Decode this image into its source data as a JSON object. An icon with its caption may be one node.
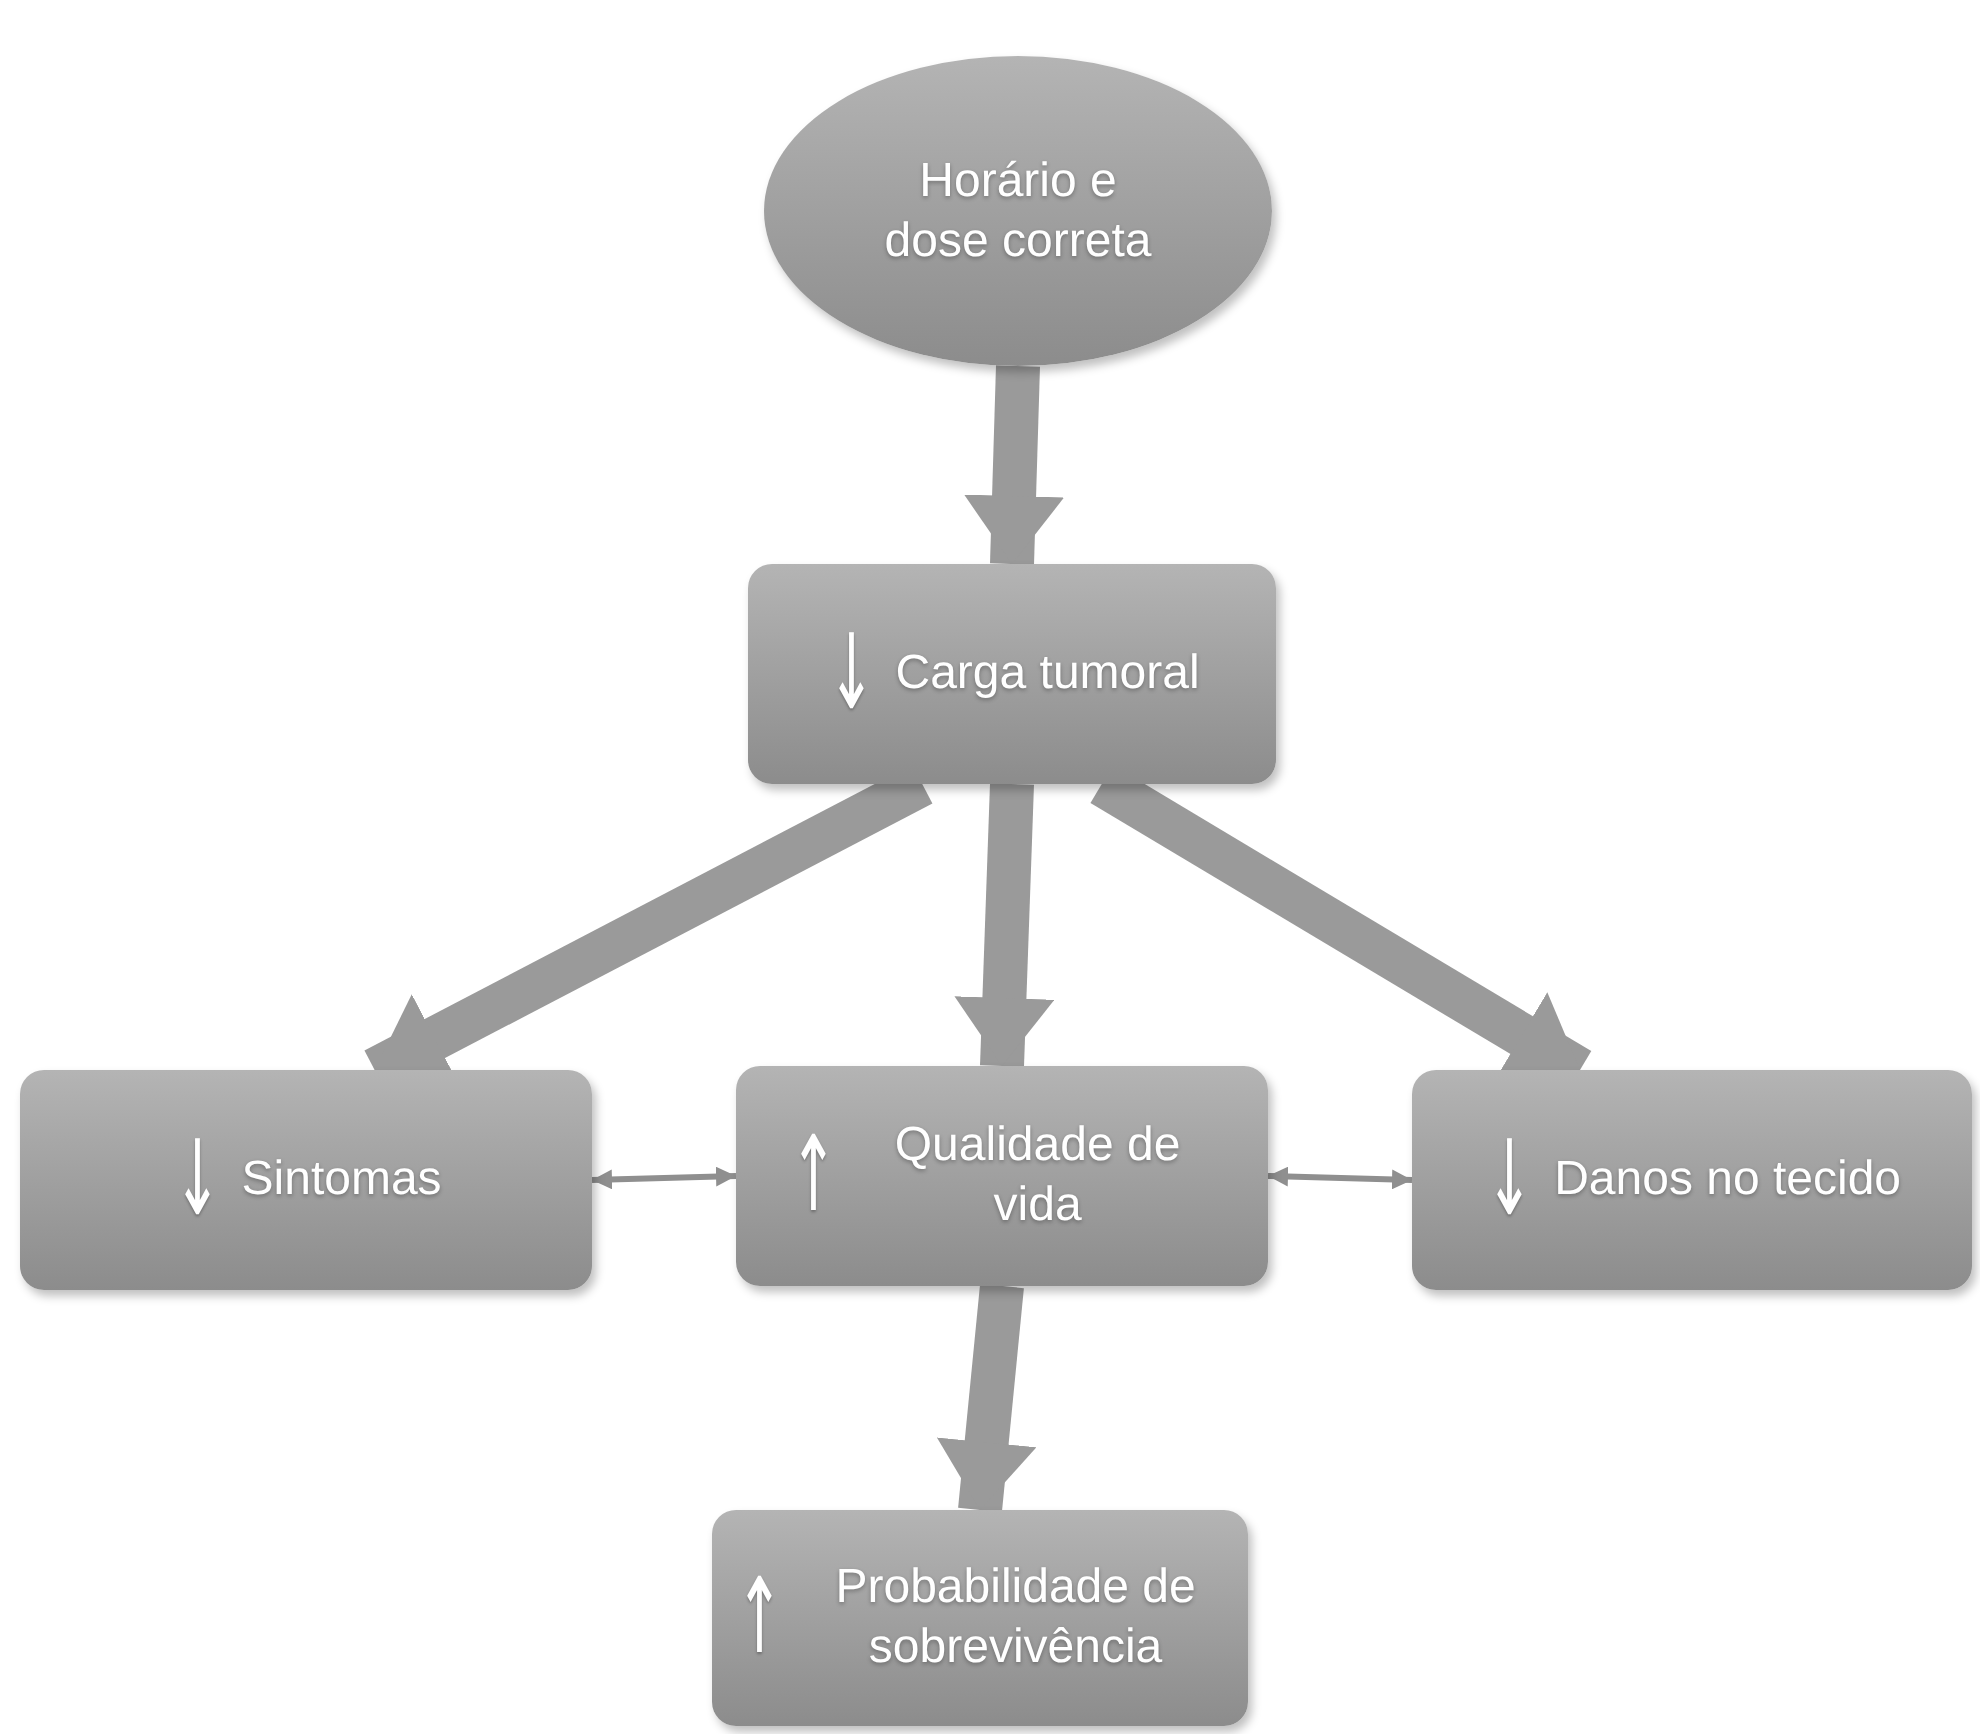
{
  "diagram": {
    "nodes": [
      {
        "text": [
          "Horário e dose correta"
        ]
      },
      {
        "text": [
          "↓",
          "Carga tumoral"
        ]
      },
      {
        "text": [
          "↓",
          "Sintomas"
        ]
      },
      {
        "text": [
          "↑",
          "Qualidade de vida"
        ]
      },
      {
        "text": [
          "↓",
          "Danos no tecido"
        ]
      },
      {
        "text": [
          "↑",
          "Probabilidade de sobrevivência"
        ]
      }
    ],
    "edges": [
      {
        "from": 0,
        "to": 1,
        "arrow": "to"
      },
      {
        "from": 1,
        "to": 2,
        "arrow": "to"
      },
      {
        "from": 1,
        "to": 3,
        "arrow": "to"
      },
      {
        "from": 1,
        "to": 4,
        "arrow": "to"
      },
      {
        "from": 2,
        "to": 3,
        "arrow": "both"
      },
      {
        "from": 3,
        "to": 4,
        "arrow": "both"
      },
      {
        "from": 3,
        "to": 5,
        "arrow": "to"
      }
    ]
  }
}
